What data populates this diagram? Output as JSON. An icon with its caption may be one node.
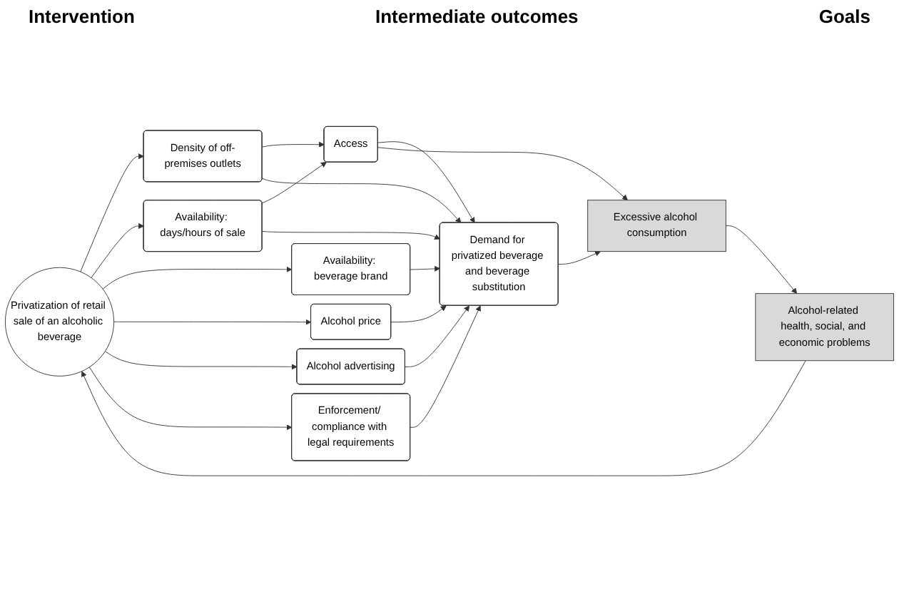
{
  "diagram": {
    "nodes": [
      {
        "text": [
          "Privatization of retail sale of an alcoholic beverage"
        ]
      },
      {
        "text": [
          "Density of off-premises outlets"
        ]
      },
      {
        "text": [
          "Availability: days/hours of sale"
        ]
      },
      {
        "text": [
          "Availability: beverage brand"
        ]
      },
      {
        "text": [
          "Alcohol price"
        ]
      },
      {
        "text": [
          "Alcohol advertising"
        ]
      },
      {
        "text": [
          "Enforcement/ compliance with legal requirements"
        ]
      },
      {
        "text": [
          "Access"
        ]
      },
      {
        "text": [
          "Demand for privatized beverage and beverage substitution"
        ]
      },
      {
        "text": [
          "Excessive alcohol consumption"
        ]
      },
      {
        "text": [
          "Alcohol-related health, social, and economic problems"
        ]
      }
    ],
    "edges": [
      {
        "from": 0,
        "to": 1,
        "arrow": "to"
      },
      {
        "from": 0,
        "to": 2,
        "arrow": "to"
      },
      {
        "from": 0,
        "to": 3,
        "arrow": "to"
      },
      {
        "from": 0,
        "to": 4,
        "arrow": "to"
      },
      {
        "from": 0,
        "to": 5,
        "arrow": "to"
      },
      {
        "from": 0,
        "to": 6,
        "arrow": "to"
      },
      {
        "from": 1,
        "to": 7,
        "arrow": "to"
      },
      {
        "from": 2,
        "to": 7,
        "arrow": "to"
      },
      {
        "from": 1,
        "to": 8,
        "arrow": "to"
      },
      {
        "from": 2,
        "to": 8,
        "arrow": "to"
      },
      {
        "from": 3,
        "to": 8,
        "arrow": "to"
      },
      {
        "from": 4,
        "to": 8,
        "arrow": "to"
      },
      {
        "from": 5,
        "to": 8,
        "arrow": "to"
      },
      {
        "from": 6,
        "to": 8,
        "arrow": "to"
      },
      {
        "from": 7,
        "to": 8,
        "arrow": "to"
      },
      {
        "from": 7,
        "to": 9,
        "arrow": "to"
      },
      {
        "from": 8,
        "to": 9,
        "arrow": "to"
      },
      {
        "from": 9,
        "to": 10,
        "arrow": "to"
      },
      {
        "from": 10,
        "to": 0,
        "arrow": "to"
      }
    ],
    "labels": [
      "Intervention",
      "Intermediate outcomes",
      "Goals"
    ]
  }
}
